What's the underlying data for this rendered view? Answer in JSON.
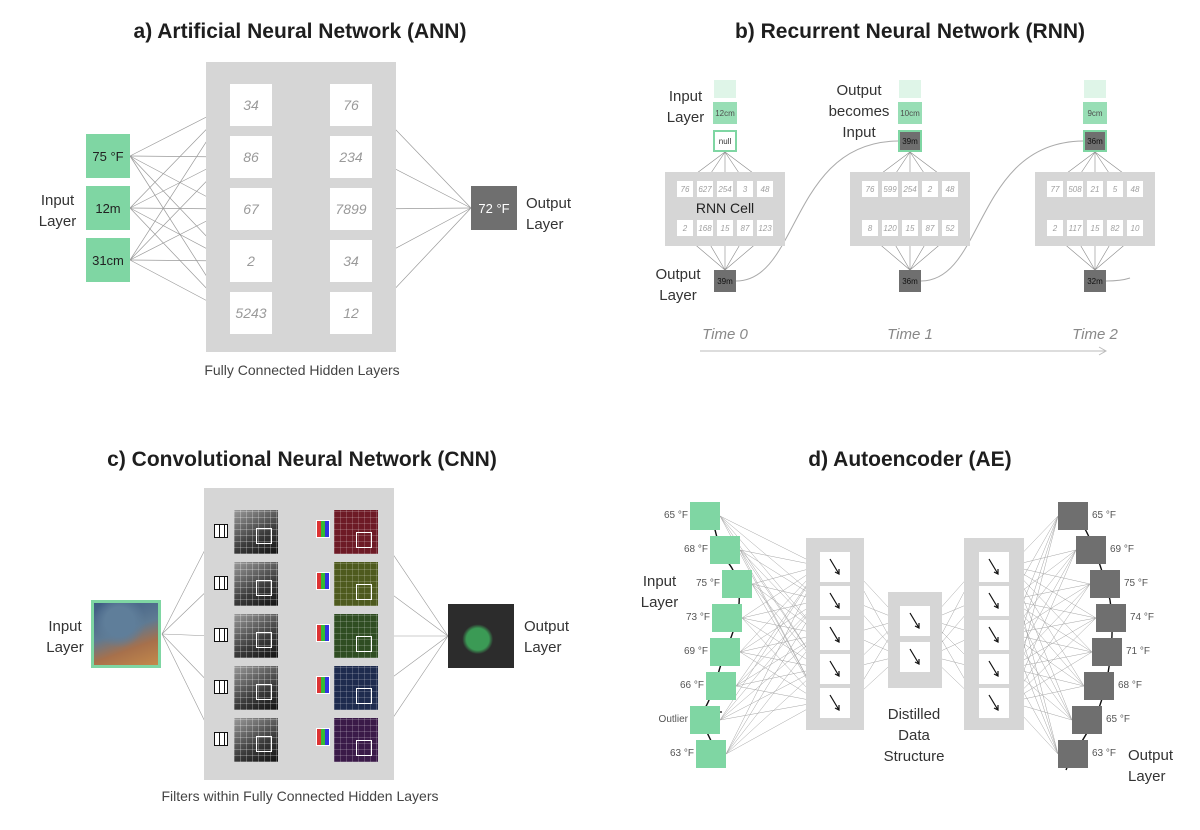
{
  "ann": {
    "title": "a) Artificial Neural Network (ANN)",
    "input_label": "Input\nLayer",
    "inputs": [
      "75 °F",
      "12m",
      "31cm"
    ],
    "hidden1": [
      "34",
      "86",
      "67",
      "2",
      "5243"
    ],
    "hidden2": [
      "76",
      "234",
      "7899",
      "34",
      "12"
    ],
    "output_value": "72 °F",
    "output_label": "Output\nLayer",
    "caption": "Fully Connected Hidden Layers"
  },
  "rnn": {
    "title": "b) Recurrent Neural Network (RNN)",
    "input_label": "Input\nLayer",
    "output_becomes_input": "Output\nbecomes\nInput",
    "output_label": "Output\nLayer",
    "cell_label": "RNN Cell",
    "steps": [
      {
        "time": "Time 0",
        "stack": [
          "12cm",
          "null"
        ],
        "row1": [
          "76",
          "627",
          "254",
          "3",
          "48"
        ],
        "row2": [
          "2",
          "168",
          "15",
          "87",
          "123"
        ],
        "output": "39m"
      },
      {
        "time": "Time 1",
        "stack": [
          "10cm",
          "39m"
        ],
        "row1": [
          "76",
          "599",
          "254",
          "2",
          "48"
        ],
        "row2": [
          "8",
          "120",
          "15",
          "87",
          "52"
        ],
        "output": "36m"
      },
      {
        "time": "Time 2",
        "stack": [
          "9cm",
          "36m"
        ],
        "row1": [
          "77",
          "508",
          "21",
          "5",
          "48"
        ],
        "row2": [
          "2",
          "117",
          "15",
          "82",
          "10"
        ],
        "output": "32m"
      }
    ]
  },
  "cnn": {
    "title": "c) Convolutional Neural Network (CNN)",
    "input_label": "Input\nLayer",
    "output_label": "Output\nLayer",
    "caption": "Filters within Fully Connected Hidden Layers"
  },
  "ae": {
    "title": "d) Autoencoder (AE)",
    "input_label": "Input\nLayer",
    "output_label": "Output\nLayer",
    "inputs": [
      "65 °F",
      "68 °F",
      "75 °F",
      "73 °F",
      "69 °F",
      "66 °F",
      "Outlier",
      "63 °F"
    ],
    "outputs": [
      "65 °F",
      "69 °F",
      "75 °F",
      "74 °F",
      "71 °F",
      "68 °F",
      "65 °F",
      "63 °F"
    ],
    "middle_label": "Distilled\nData\nStructure"
  },
  "colors": {
    "green": "#7fd6a3",
    "dark": "#6f6f6f",
    "panel_gray": "#d6d6d6",
    "line": "#9a9a9a"
  }
}
